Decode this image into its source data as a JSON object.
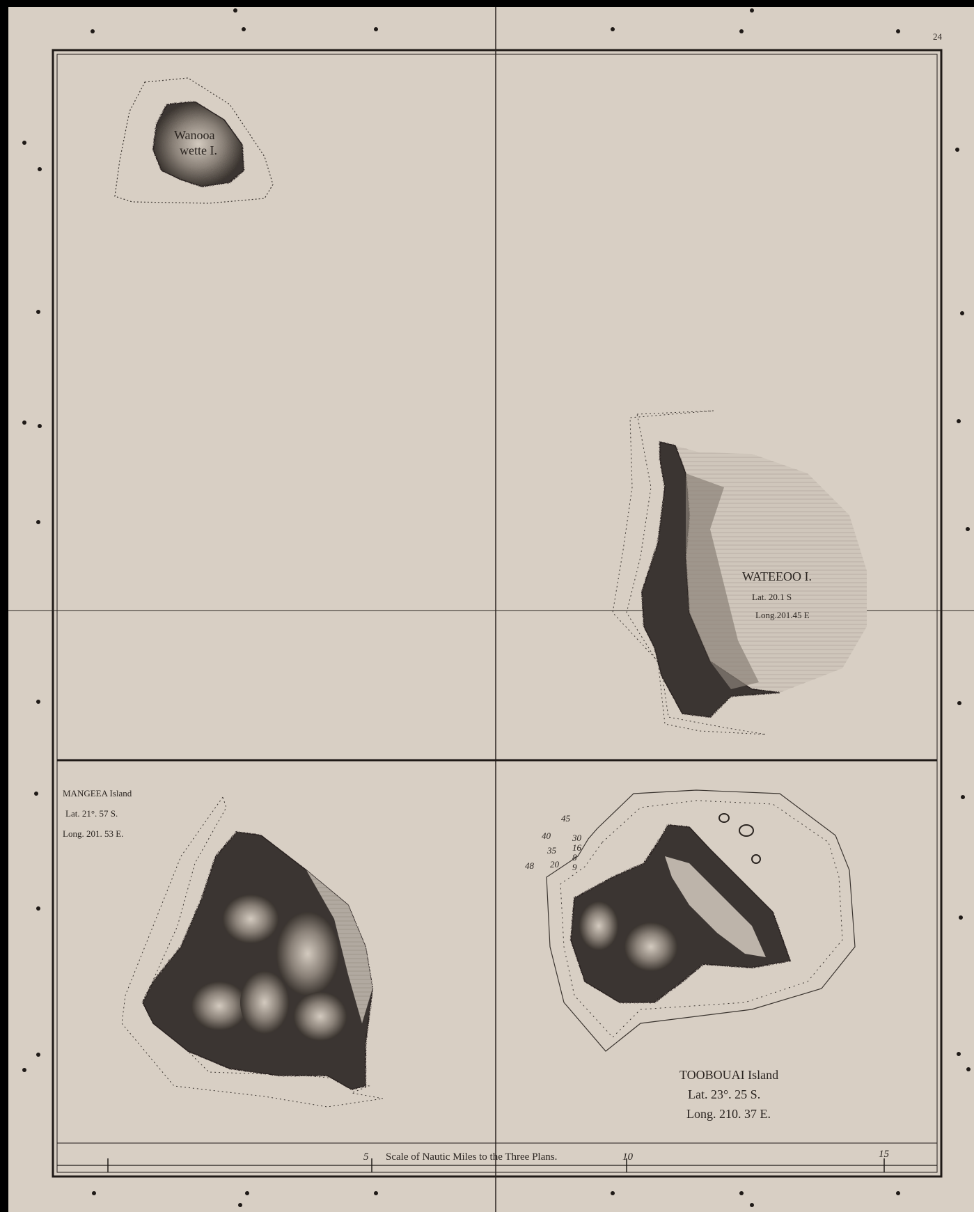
{
  "sheet": {
    "plate_number": "24"
  },
  "islands": {
    "wanooa": {
      "line1": "Wanooa",
      "line2": "wette I."
    },
    "wateeoo": {
      "name": "WATEEOO I.",
      "lat": "Lat.   20.1 S",
      "long": "Long.201.45 E"
    },
    "mangeea": {
      "name": "MANGEEA Island",
      "lat": "Lat.  21°. 57 S.",
      "long": "Long. 201. 53 E."
    },
    "toobouai": {
      "name": "TOOBOUAI Island",
      "lat": "Lat.   23°. 25 S.",
      "long": "Long. 210. 37 E.",
      "soundings": [
        "45",
        "40",
        "30",
        "35",
        "16",
        "8",
        "48",
        "20",
        "9"
      ]
    }
  },
  "scale": {
    "title": "Scale of Nautic Miles to the Three Plans.",
    "ticks": [
      "5",
      "10",
      "15"
    ]
  },
  "colors": {
    "paper": "#d8cfc4",
    "ink": "#2a2420",
    "land_dark": "#3b3530",
    "land_light": "#b7aea5"
  }
}
